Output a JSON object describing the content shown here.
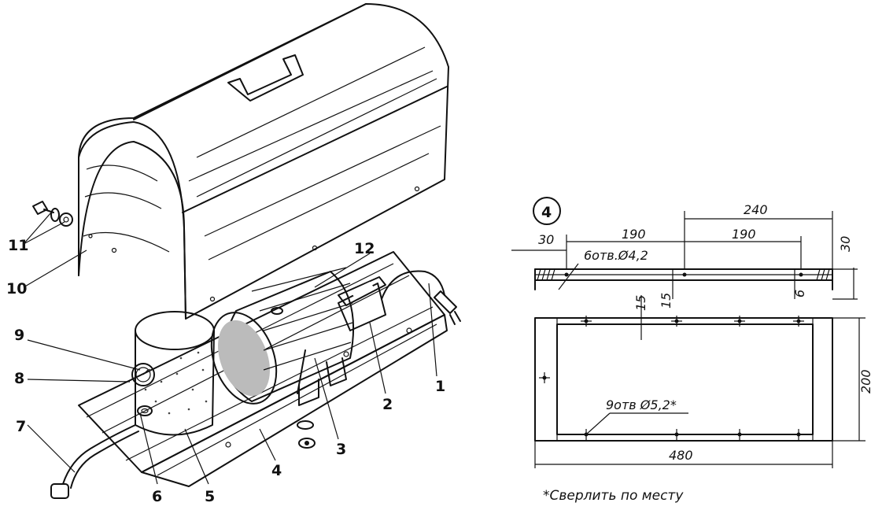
{
  "callouts": [
    "1",
    "2",
    "3",
    "4",
    "5",
    "6",
    "7",
    "8",
    "9",
    "10",
    "11",
    "12"
  ],
  "detail_number": "4",
  "dimensions": {
    "d240": "240",
    "d30_left": "30",
    "d190_left": "190",
    "d190_right": "190",
    "d30_right": "30",
    "d15_a": "15",
    "d15_b": "15",
    "d6": "6",
    "d200": "200",
    "d480": "480"
  },
  "hole_notes": {
    "six_holes": "6отв.Ø4,2",
    "nine_holes": "9отв Ø5,2*"
  },
  "footnote": "*Сверлить по месту"
}
